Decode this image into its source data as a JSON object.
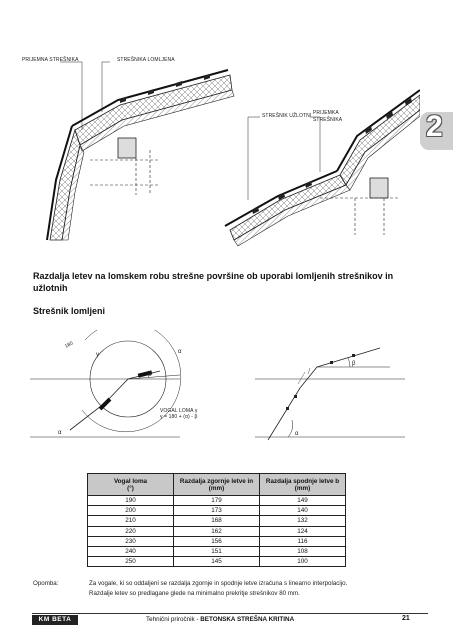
{
  "figure_top": {
    "label_ridge_tile": "PRIJEMNA STREŠNIKA",
    "label_bent_tile": "STREŠNIKA LOMLJENA",
    "label_valley_tile": "STREŠNIK UŽLOTNI",
    "label_ridge_tile_right": "PRIJEMKA\nSTREŠNIKA"
  },
  "chapter_number": "2",
  "heading_main": "Razdalja letev na lomskem robu strešne površine ob uporabi lomljenih strešnikov in užlotnih",
  "heading_sub": "Strešnik lomljeni",
  "figure_mid": {
    "angle_gamma": "γ",
    "angle_alpha": "α",
    "angle_beta": "β",
    "angle_label": "VOGAL LOMA γ",
    "formula": "γ = 180 + (α) - β",
    "label_180": "180"
  },
  "table": {
    "headers": [
      "Vogal loma\n(°)",
      "Razdalja zgornje letve in\n(mm)",
      "Razdalja spodnje letve b\n(mm)"
    ],
    "rows": [
      [
        "190",
        "179",
        "149"
      ],
      [
        "200",
        "173",
        "140"
      ],
      [
        "210",
        "168",
        "132"
      ],
      [
        "220",
        "162",
        "124"
      ],
      [
        "230",
        "156",
        "116"
      ],
      [
        "240",
        "151",
        "108"
      ],
      [
        "250",
        "145",
        "100"
      ]
    ]
  },
  "note": {
    "label": "Opomba:",
    "line1": "Za vogale, ki so oddaljeni se razdalja zgornje in spodnje letve izračuna s linearno interpolacijo.",
    "line2": "Razdalje letev so predlagane glede na minimalno prekritje strešnikov 80 mm."
  },
  "footer": {
    "logo": "KM BETA",
    "text_plain": "Tehnični priročnik - ",
    "text_bold": "BETONSKA STREŠNA KRITINA",
    "page": "21"
  }
}
